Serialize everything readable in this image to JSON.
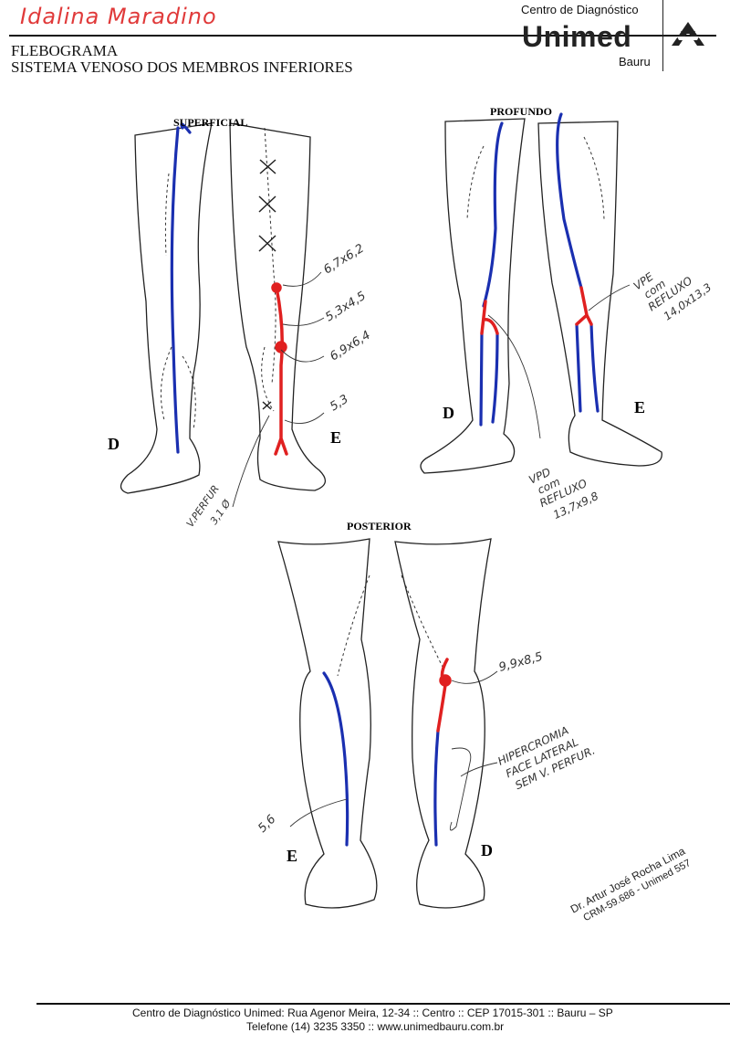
{
  "patient_name": "Idalina Maradino",
  "header": {
    "title": "FLEBOGRAMA",
    "subtitle": "SISTEMA VENOSO DOS MEMBROS INFERIORES",
    "org_line": "Centro de Diagnóstico",
    "brand": "Unimed",
    "city": "Bauru"
  },
  "diagrams": {
    "superficial": {
      "label": "SUPERFICIAL",
      "side_right": "D",
      "side_left": "E",
      "annotations": [
        "6,7x6,2",
        "5,3x4,5",
        "6,9x6,4",
        "5,3"
      ],
      "perforator_note": [
        "V.PERFUR",
        "3,1 Ø"
      ]
    },
    "profundo": {
      "label": "PROFUNDO",
      "side_right": "D",
      "side_left": "E",
      "left_note": [
        "VPE",
        "com",
        "REFLUXO",
        "14,0x13,3"
      ],
      "right_note": [
        "VPD",
        "com",
        "REFLUXO",
        "13,7x9,8"
      ]
    },
    "posterior": {
      "label": "POSTERIOR",
      "side_left": "E",
      "side_right": "D",
      "left_annotation": "5,6",
      "right_annotation": "9,9x8,5",
      "note": [
        "HIPERCROMIA",
        "FACE LATERAL",
        "SEM V. PERFUR."
      ]
    }
  },
  "stamp": {
    "name": "Dr. Artur José Rocha Lima",
    "registration": "CRM-59.686 - Unimed 557"
  },
  "footer": {
    "address": "Centro de Diagnóstico Unimed: Rua Agenor Meira, 12-34 :: Centro :: CEP 17015-301 :: Bauru – SP",
    "contact": "Telefone (14) 3235 3350 :: www.unimedbauru.com.br"
  },
  "colors": {
    "reflux": "#e02020",
    "vein": "#1a2fb0",
    "ink": "#222222"
  }
}
